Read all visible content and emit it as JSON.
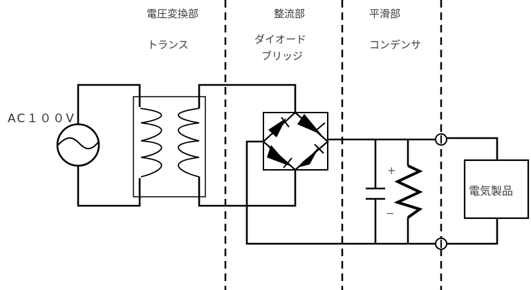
{
  "sections": [
    {
      "title": "電圧変換部",
      "component": "トランス"
    },
    {
      "title": "整流部",
      "component_lines": [
        "ダイオード",
        "ブリッジ"
      ]
    },
    {
      "title": "平滑部",
      "component": "コンデンサ"
    }
  ],
  "source": {
    "label": "AC１００V",
    "icon": "ac-source-icon"
  },
  "capacitor": {
    "plus": "+",
    "minus": "−"
  },
  "load": {
    "label": "電気製品"
  },
  "colors": {
    "line": "#000000",
    "text": "#3a3a3a",
    "background": "#ffffff"
  }
}
